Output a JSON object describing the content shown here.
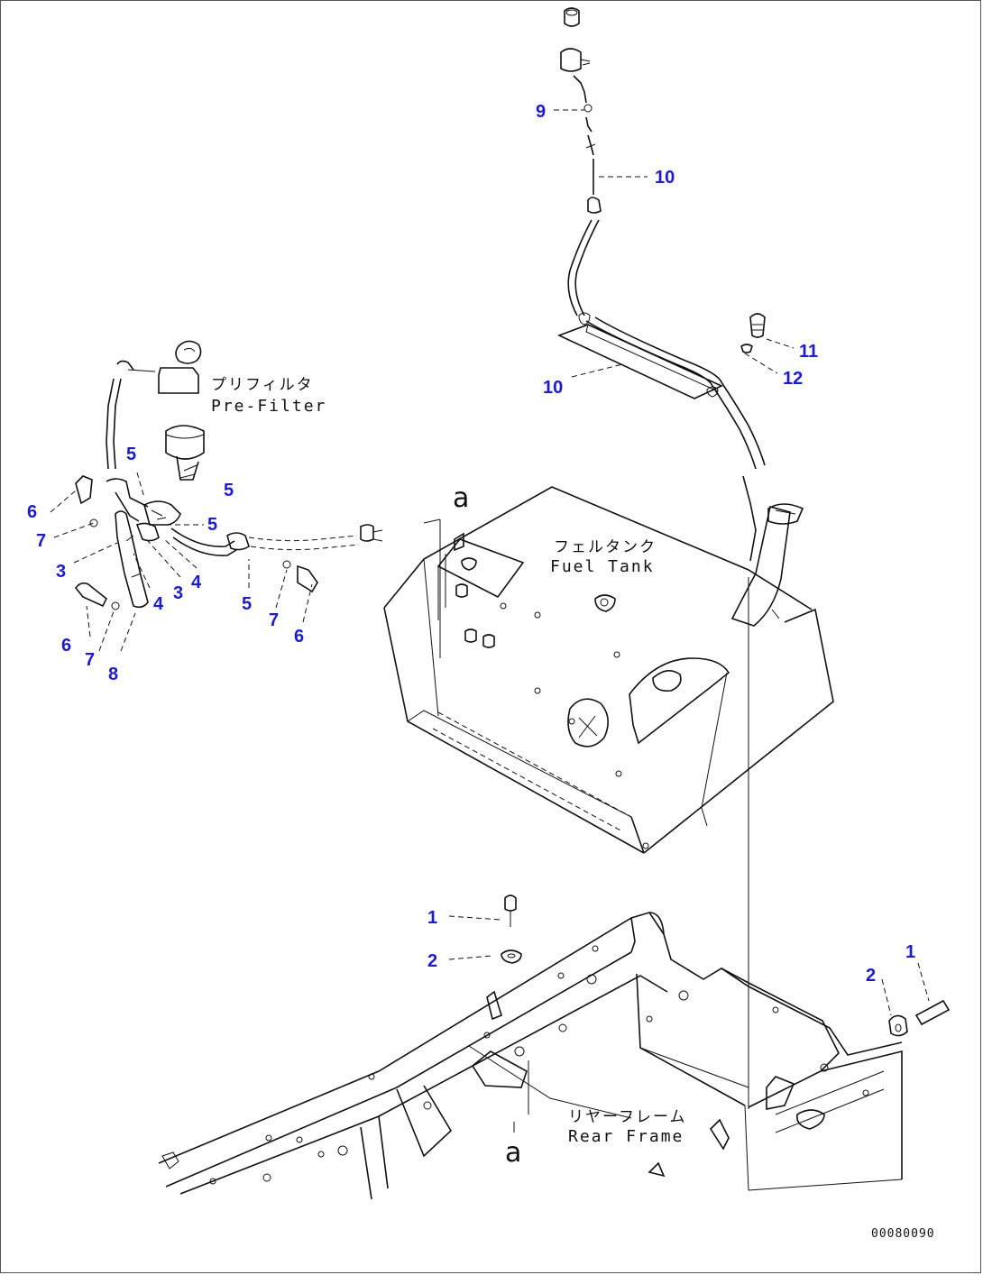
{
  "labels": {
    "pre_filter_jp": "プリフィルタ",
    "pre_filter_en": "Pre-Filter",
    "fuel_tank_jp": "フェルタンク",
    "fuel_tank_en": "Fuel Tank",
    "rear_frame_jp": "リヤーフレーム",
    "rear_frame_en": "Rear Frame",
    "ref_top": "a",
    "ref_bottom": "a",
    "drawing_code": "00080090"
  },
  "callouts": [
    {
      "id": "c9",
      "text": "9"
    },
    {
      "id": "c10a",
      "text": "10"
    },
    {
      "id": "c10b",
      "text": "10"
    },
    {
      "id": "c11",
      "text": "11"
    },
    {
      "id": "c12",
      "text": "12"
    },
    {
      "id": "c5a",
      "text": "5"
    },
    {
      "id": "c5b",
      "text": "5"
    },
    {
      "id": "c5c",
      "text": "5"
    },
    {
      "id": "c5d",
      "text": "5"
    },
    {
      "id": "c6a",
      "text": "6"
    },
    {
      "id": "c7a",
      "text": "7"
    },
    {
      "id": "c3a",
      "text": "3"
    },
    {
      "id": "c4a",
      "text": "4"
    },
    {
      "id": "c3b",
      "text": "3"
    },
    {
      "id": "c4b",
      "text": "4"
    },
    {
      "id": "c6b",
      "text": "6"
    },
    {
      "id": "c7b",
      "text": "7"
    },
    {
      "id": "c8",
      "text": "8"
    },
    {
      "id": "c7c",
      "text": "7"
    },
    {
      "id": "c6c",
      "text": "6"
    },
    {
      "id": "c1a",
      "text": "1"
    },
    {
      "id": "c2a",
      "text": "2"
    },
    {
      "id": "c1b",
      "text": "1"
    },
    {
      "id": "c2b",
      "text": "2"
    }
  ],
  "colors": {
    "callout": "#1a1adc",
    "line": "#111111"
  }
}
